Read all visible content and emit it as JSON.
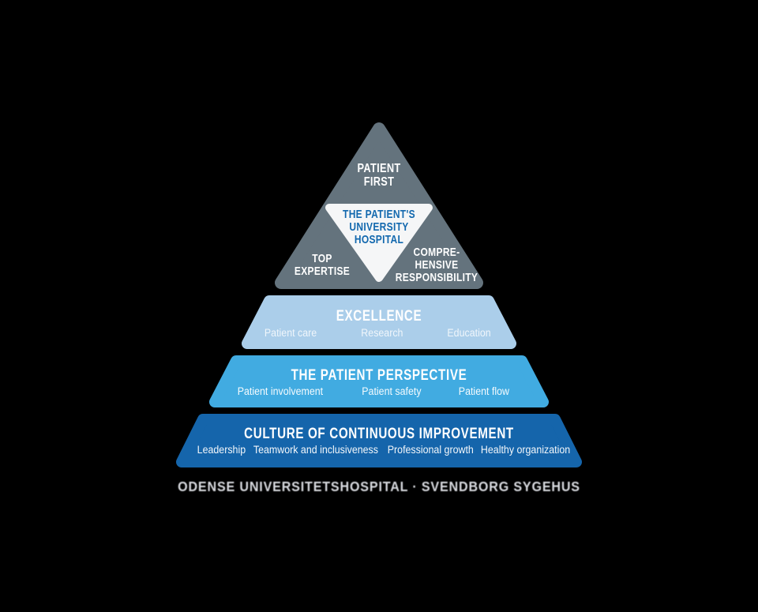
{
  "colors": {
    "background": "#000000",
    "top_triangle": "#64737d",
    "inner_triangle": "#f5f6f7",
    "inner_triangle_text": "#1268ae",
    "band_excellence": "#abceea",
    "band_patient_perspective": "#41abe1",
    "band_culture": "#1565ab",
    "footer_text": "#d9dbe0"
  },
  "triangle": {
    "apex_label": "PATIENT\nFIRST",
    "center_label": "THE PATIENT'S\nUNIVERSITY\nHOSPITAL",
    "left_label": "TOP\nEXPERTISE",
    "right_label": "COMPRE-\nHENSIVE\nRESPONSIBILITY"
  },
  "bands": [
    {
      "title": "EXCELLENCE",
      "items": [
        "Patient care",
        "Research",
        "Education"
      ]
    },
    {
      "title": "THE PATIENT PERSPECTIVE",
      "items": [
        "Patient involvement",
        "Patient safety",
        "Patient flow"
      ]
    },
    {
      "title": "CULTURE OF CONTINUOUS IMPROVEMENT",
      "items": [
        "Leadership",
        "Teamwork and inclusiveness",
        "Professional growth",
        "Healthy organization"
      ]
    }
  ],
  "footer": {
    "text": "ODENSE UNIVERSITETSHOSPITAL · SVENDBORG SYGEHUS"
  }
}
